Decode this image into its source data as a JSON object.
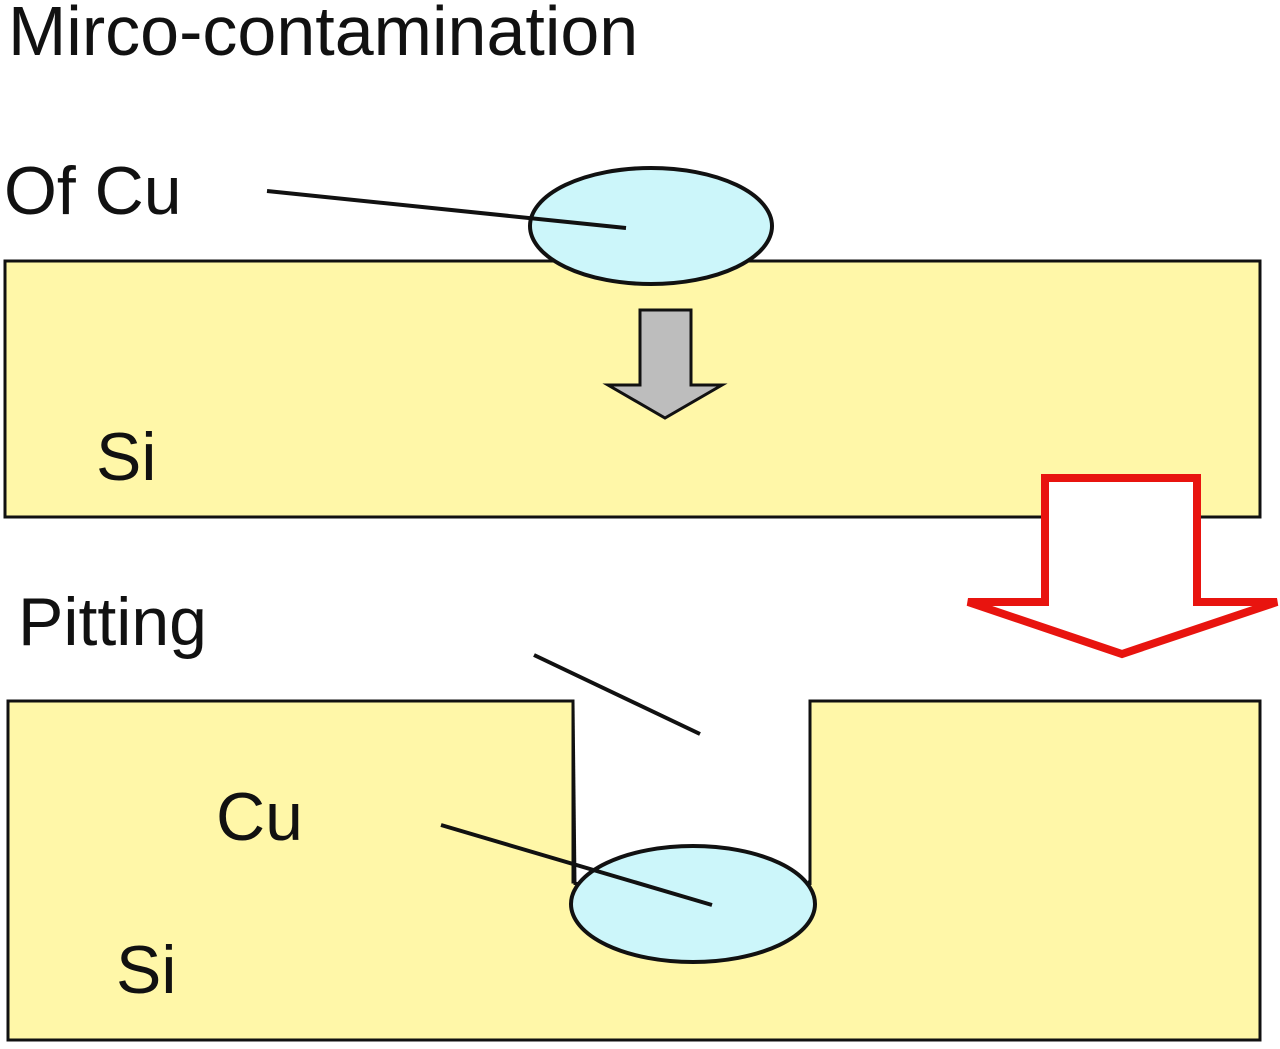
{
  "diagram": {
    "title": "Mirco-contamination",
    "top_panel": {
      "particle_label": "Of Cu",
      "substrate_label": "Si"
    },
    "bottom_panel": {
      "pit_label": "Pitting",
      "particle_label": "Cu",
      "substrate_label": "Si"
    }
  },
  "colors": {
    "substrate_fill": "#FFF7A8",
    "particle_fill": "#CCF6FA",
    "small_arrow_fill": "#BDBDBD",
    "transition_arrow_outline": "#E8140F",
    "outline": "#111111",
    "background": "#FFFFFF"
  },
  "icons": {
    "small_arrow": "down-arrow-icon",
    "transition_arrow": "hollow-down-arrow-icon"
  }
}
